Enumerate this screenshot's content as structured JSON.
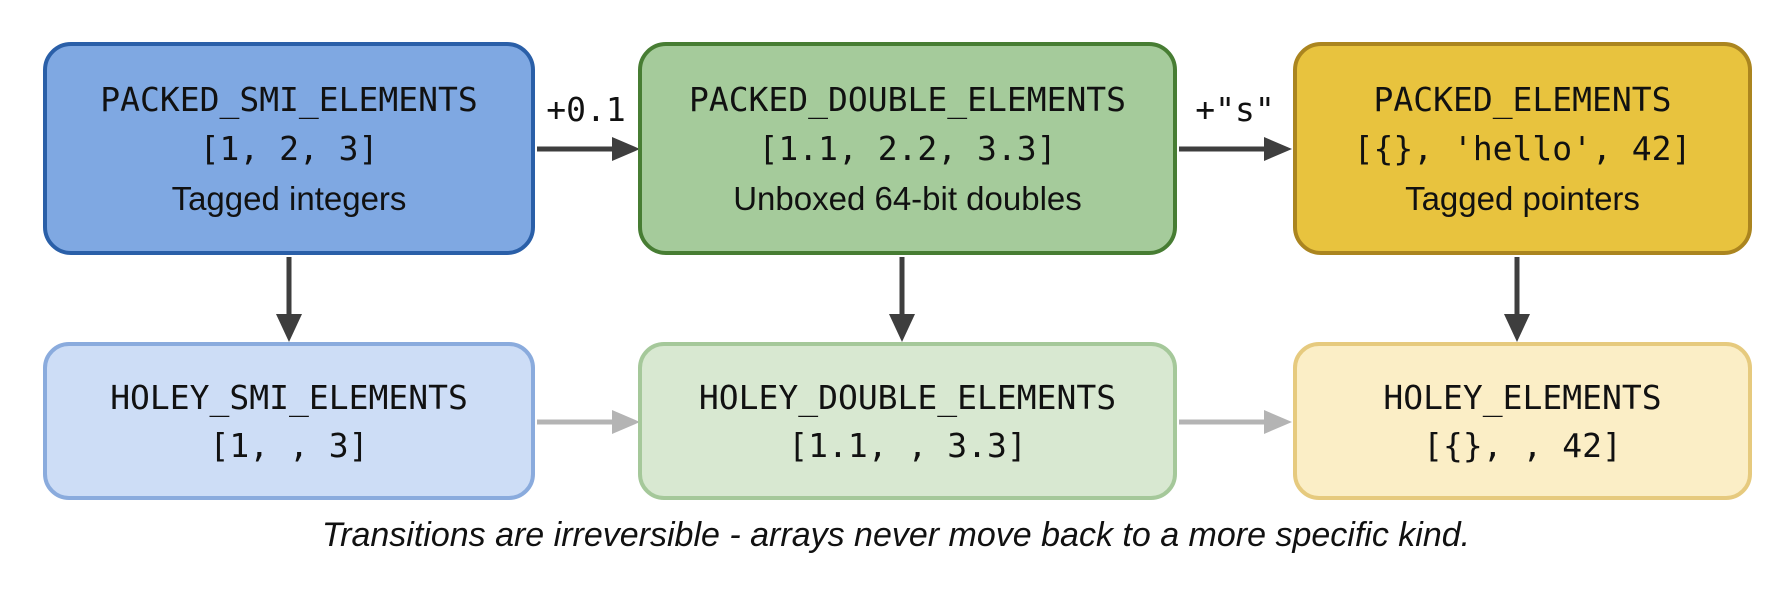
{
  "diagram": {
    "caption": "Transitions are irreversible - arrays never move back to a more specific kind.",
    "nodes": {
      "packed_smi": {
        "name": "PACKED_SMI_ELEMENTS",
        "example": "[1, 2, 3]",
        "desc": "Tagged integers"
      },
      "packed_double": {
        "name": "PACKED_DOUBLE_ELEMENTS",
        "example": "[1.1, 2.2, 3.3]",
        "desc": "Unboxed 64-bit doubles"
      },
      "packed": {
        "name": "PACKED_ELEMENTS",
        "example": "[{}, 'hello', 42]",
        "desc": "Tagged pointers"
      },
      "holey_smi": {
        "name": "HOLEY_SMI_ELEMENTS",
        "example": "[1, , 3]"
      },
      "holey_double": {
        "name": "HOLEY_DOUBLE_ELEMENTS",
        "example": "[1.1, , 3.3]"
      },
      "holey": {
        "name": "HOLEY_ELEMENTS",
        "example": "[{}, , 42]"
      }
    },
    "transitions": {
      "smi_to_double": "+0.1",
      "double_to_elements": "+\"s\""
    },
    "colors": {
      "packed_smi_fill": "#7fa8e2",
      "packed_smi_border": "#2a5fa8",
      "packed_double_fill": "#a5cb9b",
      "packed_double_border": "#477d33",
      "packed_fill": "#e8c33e",
      "packed_border": "#ab851f",
      "holey_smi_fill": "#cdddf6",
      "holey_smi_border": "#8aabdd",
      "holey_double_fill": "#d8e8d1",
      "holey_double_border": "#a5c89a",
      "holey_fill": "#fbeec6",
      "holey_border": "#e6ca7e",
      "transition_arrow": "#3e3e3e",
      "holey_arrow": "#b4b4b4",
      "text": "#111111"
    }
  }
}
